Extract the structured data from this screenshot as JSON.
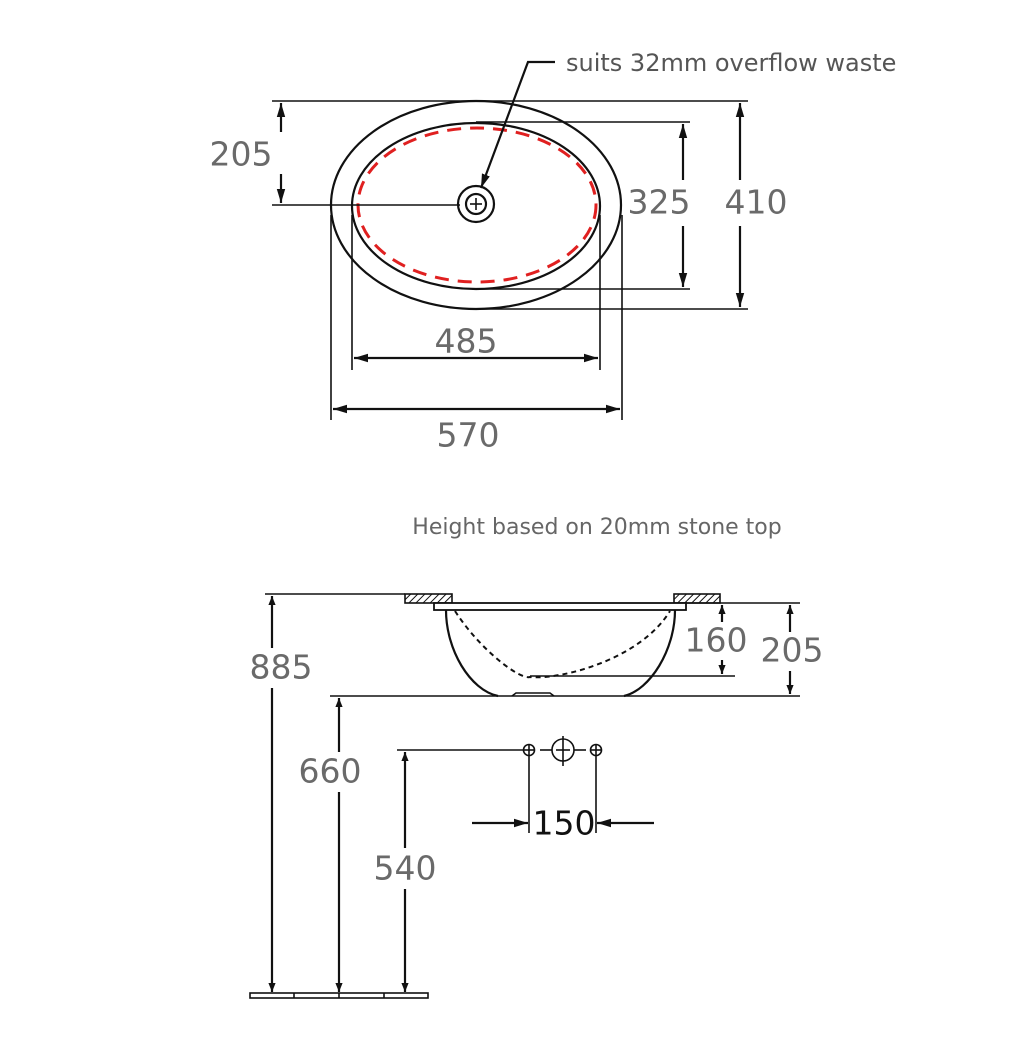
{
  "plan_view": {
    "overflow_note": "suits 32mm overflow waste",
    "dim_drain_offset": "205",
    "dim_inner_depth": "325",
    "dim_outer_depth": "410",
    "dim_inner_width": "485",
    "dim_outer_width": "570",
    "overflow_color": "#e02020"
  },
  "side_view": {
    "caption": "Height based on 20mm stone top",
    "dim_bowl_depth": "160",
    "dim_total_height": "205",
    "dim_top_height": "885",
    "dim_base_height": "660",
    "dim_tap_height": "540",
    "dim_tap_spacing": "150"
  }
}
